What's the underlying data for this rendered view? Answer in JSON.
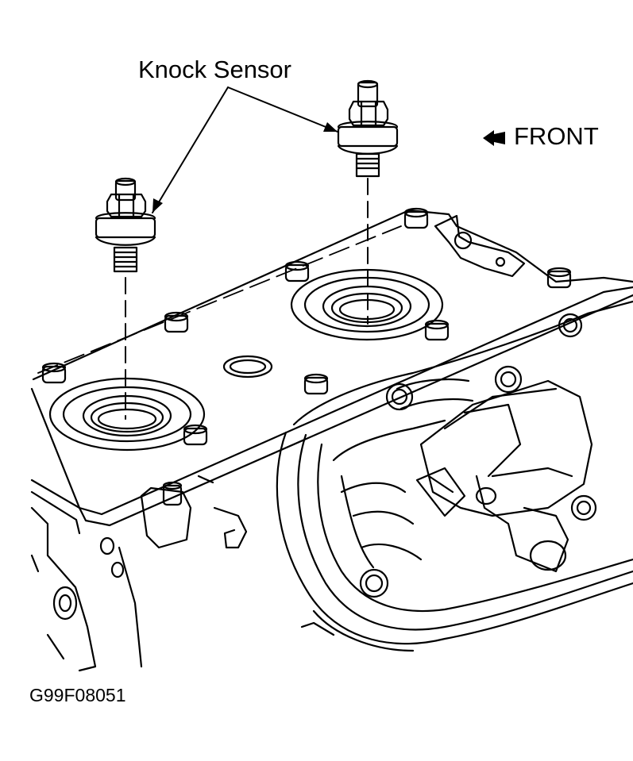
{
  "labels": {
    "callout": "Knock Sensor",
    "direction": "FRONT",
    "figure_id": "G99F08051"
  },
  "colors": {
    "ink": "#000000",
    "paper": "#ffffff"
  },
  "icons": {
    "direction_arrow": "arrow-left-icon"
  }
}
